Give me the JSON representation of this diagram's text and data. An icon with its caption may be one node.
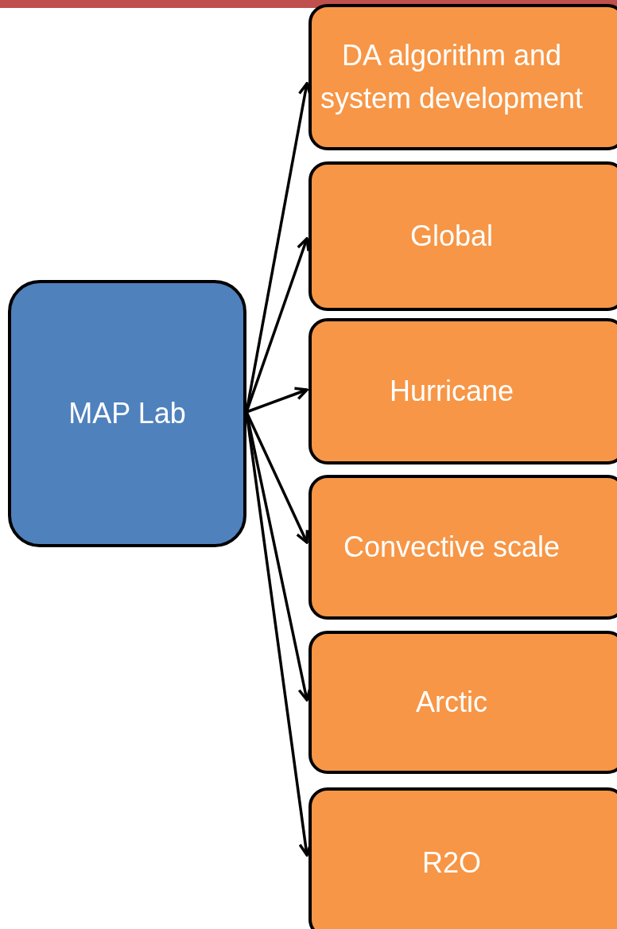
{
  "diagram": {
    "nodes": [
      {
        "text": [
          "MAP Lab"
        ]
      },
      {
        "text": [
          "DA algorithm and system development"
        ]
      },
      {
        "text": [
          "Global"
        ]
      },
      {
        "text": [
          "Hurricane"
        ]
      },
      {
        "text": [
          "Convective scale"
        ]
      },
      {
        "text": [
          "Arctic"
        ]
      },
      {
        "text": [
          "R2O"
        ]
      }
    ],
    "edges": [
      {
        "from": 0,
        "to": 1,
        "arrow": "to"
      },
      {
        "from": 0,
        "to": 2,
        "arrow": "to"
      },
      {
        "from": 0,
        "to": 3,
        "arrow": "to"
      },
      {
        "from": 0,
        "to": 4,
        "arrow": "to"
      },
      {
        "from": 0,
        "to": 5,
        "arrow": "to"
      },
      {
        "from": 0,
        "to": 6,
        "arrow": "to"
      }
    ]
  }
}
